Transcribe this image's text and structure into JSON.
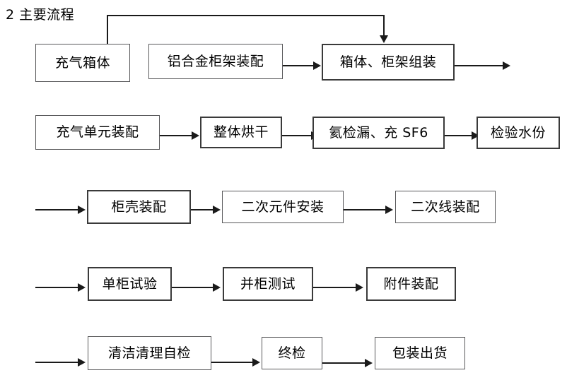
{
  "heading": "2  主要流程",
  "colors": {
    "line": "#1a1a1a",
    "box_border": "#1a1a1a",
    "background": "#ffffff",
    "text": "#000000"
  },
  "rows": [
    {
      "id": "row-1",
      "nodes": [
        {
          "id": "n1",
          "label": "充气箱体"
        },
        {
          "id": "n2",
          "label": "铝合金柜架装配"
        },
        {
          "id": "n3",
          "label": "箱体、柜架组装"
        }
      ]
    },
    {
      "id": "row-2",
      "nodes": [
        {
          "id": "n4",
          "label": "充气单元装配"
        },
        {
          "id": "n5",
          "label": "整体烘干"
        },
        {
          "id": "n6",
          "label": "氦检漏、充 SF6"
        },
        {
          "id": "n7",
          "label": "检验水份"
        }
      ]
    },
    {
      "id": "row-3",
      "nodes": [
        {
          "id": "n8",
          "label": "柜壳装配"
        },
        {
          "id": "n9",
          "label": "二次元件安装"
        },
        {
          "id": "n10",
          "label": "二次线装配"
        }
      ]
    },
    {
      "id": "row-4",
      "nodes": [
        {
          "id": "n11",
          "label": "单柜试验"
        },
        {
          "id": "n12",
          "label": "并柜测试"
        },
        {
          "id": "n13",
          "label": "附件装配"
        }
      ]
    },
    {
      "id": "row-5",
      "nodes": [
        {
          "id": "n14",
          "label": "清洁清理自检"
        },
        {
          "id": "n15",
          "label": "终检"
        },
        {
          "id": "n16",
          "label": "包装出货"
        }
      ]
    }
  ],
  "connectors": [
    {
      "id": "c-feedback",
      "from": "充气箱体",
      "to": "箱体、柜架组装",
      "kind": "feedback-loop-top"
    },
    {
      "id": "c1",
      "from": "铝合金柜架装配",
      "to": "箱体、柜架组装",
      "kind": "arrow-right"
    },
    {
      "id": "c2",
      "from": "箱体、柜架组装",
      "to": "充气单元装配",
      "kind": "arrow-right-continue"
    },
    {
      "id": "c3",
      "from": "充气单元装配",
      "to": "整体烘干",
      "kind": "arrow-right"
    },
    {
      "id": "c4",
      "from": "整体烘干",
      "to": "氦检漏、充 SF6",
      "kind": "arrow-right"
    },
    {
      "id": "c5",
      "from": "氦检漏、充 SF6",
      "to": "检验水份",
      "kind": "arrow-right"
    },
    {
      "id": "c6",
      "from": "检验水份",
      "to": "柜壳装配",
      "kind": "arrow-right-continue"
    },
    {
      "id": "c7",
      "from": "柜壳装配",
      "to": "二次元件安装",
      "kind": "arrow-right"
    },
    {
      "id": "c8",
      "from": "二次元件安装",
      "to": "二次线装配",
      "kind": "arrow-right"
    },
    {
      "id": "c9",
      "from": "二次线装配",
      "to": "单柜试验",
      "kind": "arrow-right-continue"
    },
    {
      "id": "c10",
      "from": "单柜试验",
      "to": "并柜测试",
      "kind": "arrow-right"
    },
    {
      "id": "c11",
      "from": "并柜测试",
      "to": "附件装配",
      "kind": "arrow-right"
    },
    {
      "id": "c12",
      "from": "附件装配",
      "to": "清洁清理自检",
      "kind": "arrow-right-continue"
    },
    {
      "id": "c13",
      "from": "清洁清理自检",
      "to": "终检",
      "kind": "arrow-right"
    },
    {
      "id": "c14",
      "from": "终检",
      "to": "包装出货",
      "kind": "arrow-right"
    }
  ]
}
